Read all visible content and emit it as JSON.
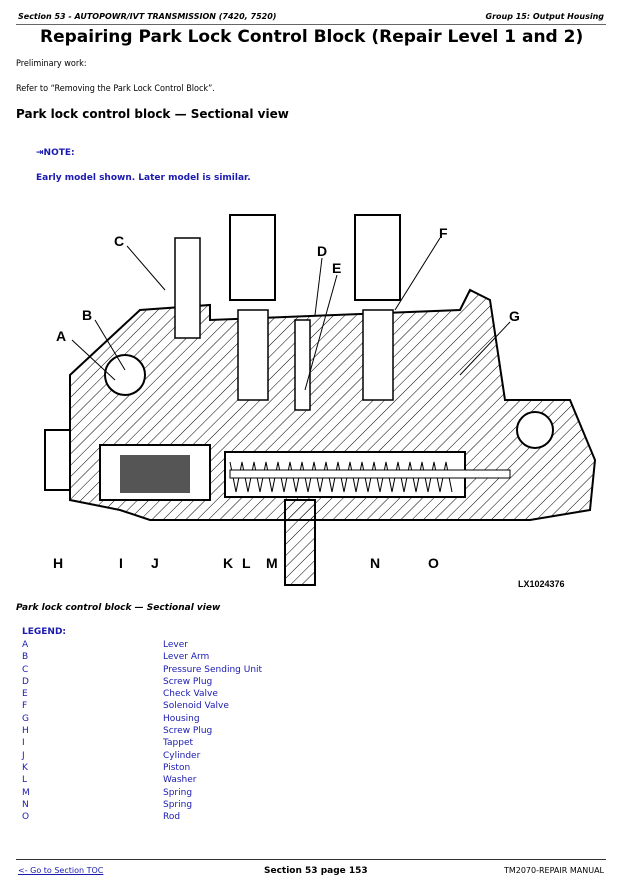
{
  "header": {
    "left": "Section 53 - AUTOPOWR/IVT TRANSMISSION (7420, 7520)",
    "right": "Group 15: Output Housing"
  },
  "title": "Repairing Park Lock Control Block (Repair Level 1 and 2)",
  "preliminary": "Preliminary work:",
  "refer": "Refer to “Removing the Park Lock Control Block”.",
  "subheading": "Park lock control block — Sectional view",
  "note": {
    "label": "⇥NOTE:",
    "text": "Early model shown. Later model is similar."
  },
  "figure": {
    "callouts": [
      "A",
      "B",
      "C",
      "D",
      "E",
      "F",
      "G",
      "H",
      "I",
      "J",
      "K",
      "L",
      "M",
      "N",
      "O"
    ],
    "id": "LX1024376",
    "caption": "Park lock control block — Sectional view"
  },
  "legend": {
    "title": "LEGEND:",
    "items": [
      {
        "key": "A",
        "label": "Lever"
      },
      {
        "key": "B",
        "label": "Lever Arm"
      },
      {
        "key": "C",
        "label": "Pressure Sending Unit"
      },
      {
        "key": "D",
        "label": "Screw Plug"
      },
      {
        "key": "E",
        "label": "Check Valve"
      },
      {
        "key": "F",
        "label": "Solenoid Valve"
      },
      {
        "key": "G",
        "label": "Housing"
      },
      {
        "key": "H",
        "label": "Screw Plug"
      },
      {
        "key": "I",
        "label": "Tappet"
      },
      {
        "key": "J",
        "label": "Cylinder"
      },
      {
        "key": "K",
        "label": "Piston"
      },
      {
        "key": "L",
        "label": "Washer"
      },
      {
        "key": "M",
        "label": "Spring"
      },
      {
        "key": "N",
        "label": "Spring"
      },
      {
        "key": "O",
        "label": "Rod"
      }
    ]
  },
  "footer": {
    "toc": "<- Go to Section TOC",
    "page": "Section 53 page 153",
    "manual": "TM2070-REPAIR MANUAL"
  }
}
